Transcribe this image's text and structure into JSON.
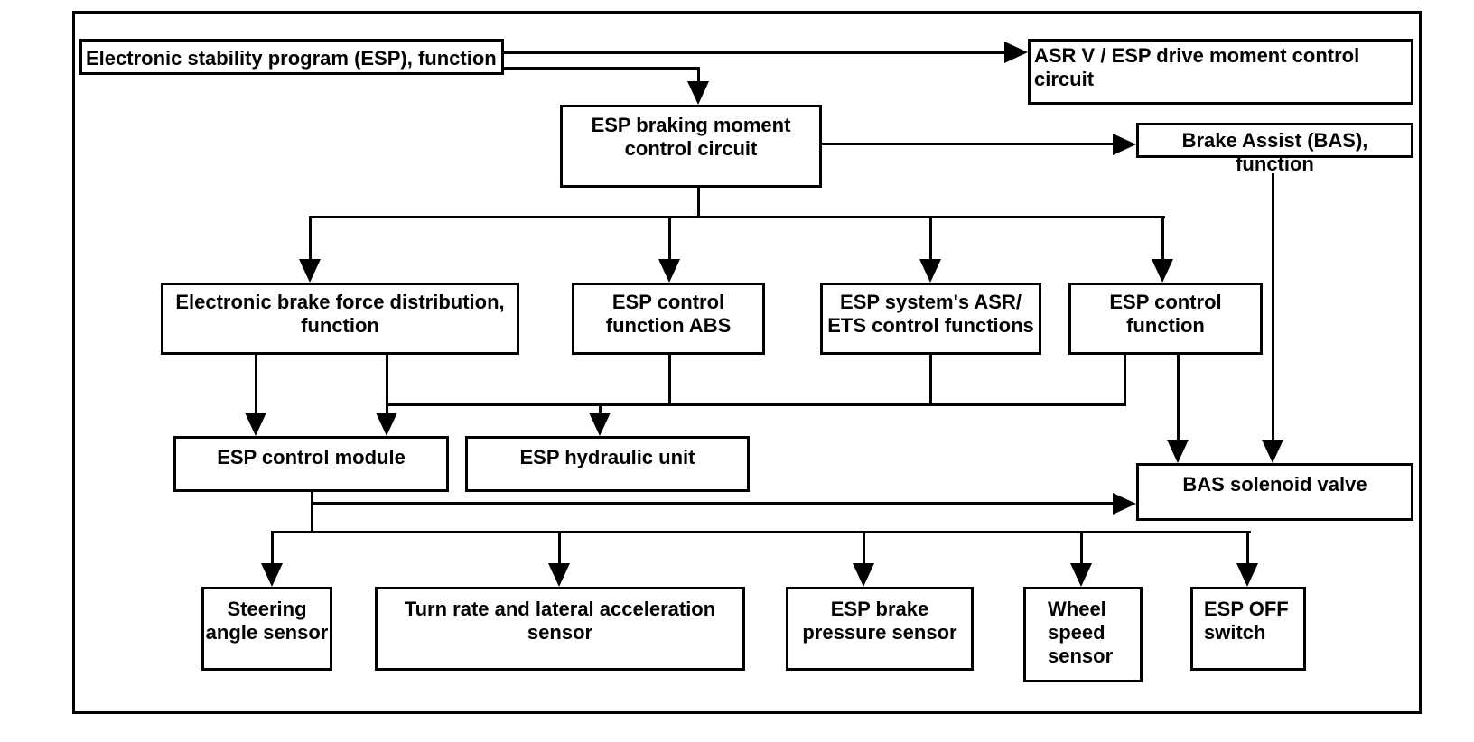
{
  "diagram": {
    "colors": {
      "line": "#000000",
      "background": "#ffffff",
      "text": "#000000"
    },
    "nodes": {
      "esp_function": {
        "label": "Electronic stability program (ESP), function"
      },
      "asr_v_esp_drive": {
        "label": "ASR V / ESP drive moment control\ncircuit"
      },
      "esp_braking_moment": {
        "label": "ESP braking moment\ncontrol circuit"
      },
      "brake_assist": {
        "label": "Brake Assist (BAS),\nfunction"
      },
      "brake_force_dist": {
        "label": "Electronic brake force distribution,\nfunction"
      },
      "esp_control_abs": {
        "label": "ESP control\nfunction ABS"
      },
      "esp_asr_ets": {
        "label": "ESP system's ASR/\nETS control functions"
      },
      "esp_control": {
        "label": "ESP control\nfunction"
      },
      "esp_control_module": {
        "label": "ESP control module"
      },
      "esp_hydraulic_unit": {
        "label": "ESP hydraulic unit"
      },
      "bas_solenoid_valve": {
        "label": "BAS solenoid valve"
      },
      "steering_angle": {
        "label": "Steering\nangle sensor"
      },
      "turn_rate": {
        "label": "Turn rate and lateral acceleration\nsensor"
      },
      "esp_brake_pressure": {
        "label": "ESP brake\npressure sensor"
      },
      "wheel_speed": {
        "label": "Wheel\nspeed\nsensor"
      },
      "esp_off_switch": {
        "label": "ESP OFF\nswitch"
      }
    },
    "edges": [
      {
        "from": "esp_function",
        "to": "asr_v_esp_drive"
      },
      {
        "from": "esp_function",
        "to": "esp_braking_moment"
      },
      {
        "from": "esp_braking_moment",
        "to": "brake_assist"
      },
      {
        "from": "esp_braking_moment",
        "to": "brake_force_dist"
      },
      {
        "from": "esp_braking_moment",
        "to": "esp_control_abs"
      },
      {
        "from": "esp_braking_moment",
        "to": "esp_asr_ets"
      },
      {
        "from": "esp_braking_moment",
        "to": "esp_control"
      },
      {
        "from": "brake_force_dist",
        "to": "esp_control_module"
      },
      {
        "from": "row2_bus",
        "to": "esp_control_module"
      },
      {
        "from": "row2_bus",
        "to": "esp_hydraulic_unit"
      },
      {
        "from": "esp_control",
        "to": "bas_solenoid_valve"
      },
      {
        "from": "brake_assist",
        "to": "bas_solenoid_valve"
      },
      {
        "from": "esp_control_module",
        "to": "bas_solenoid_valve"
      },
      {
        "from": "esp_control_module",
        "to": "steering_angle"
      },
      {
        "from": "esp_control_module",
        "to": "turn_rate"
      },
      {
        "from": "esp_control_module",
        "to": "esp_brake_pressure"
      },
      {
        "from": "esp_control_module",
        "to": "wheel_speed"
      },
      {
        "from": "esp_control_module",
        "to": "esp_off_switch"
      }
    ]
  }
}
